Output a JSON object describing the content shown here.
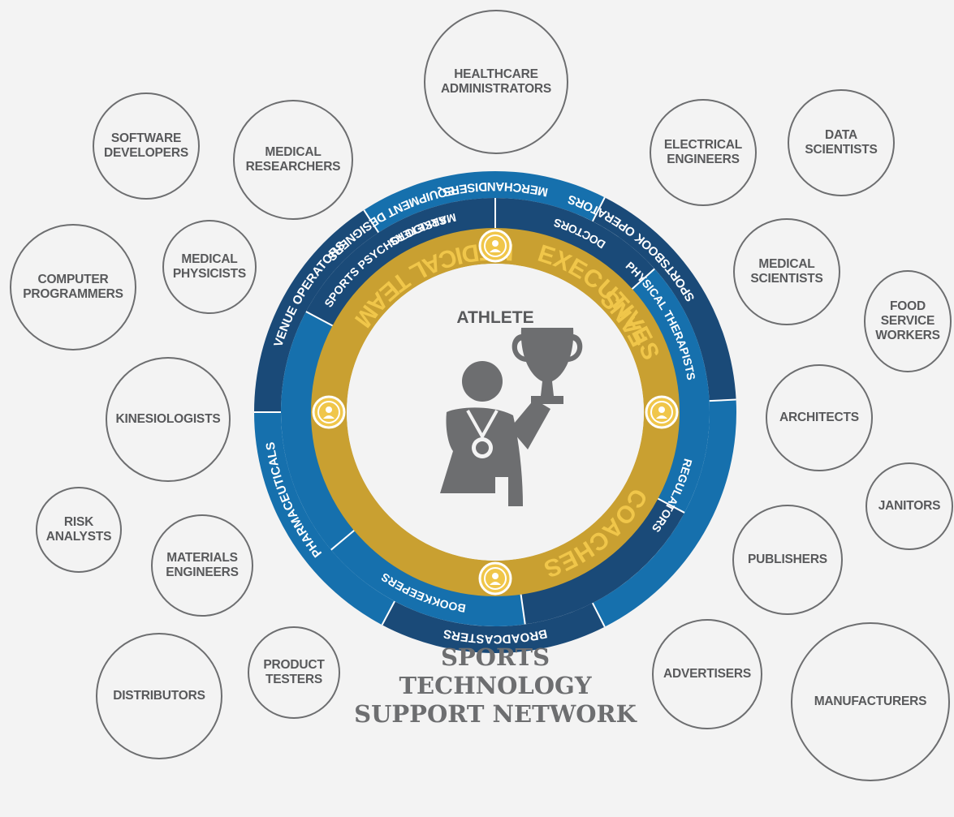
{
  "outer_roles": [
    {
      "id": "healthcare-administrators",
      "label": "HEALTHCARE\nADMINISTRATORS"
    },
    {
      "id": "software-developers",
      "label": "SOFTWARE\nDEVELOPERS"
    },
    {
      "id": "medical-researchers",
      "label": "MEDICAL\nRESEARCHERS"
    },
    {
      "id": "electrical-engineers",
      "label": "ELECTRICAL\nENGINEERS"
    },
    {
      "id": "data-scientists",
      "label": "DATA\nSCIENTISTS"
    },
    {
      "id": "computer-programmers",
      "label": "COMPUTER\nPROGRAMMERS"
    },
    {
      "id": "medical-physicists",
      "label": "MEDICAL\nPHYSICISTS"
    },
    {
      "id": "medical-scientists",
      "label": "MEDICAL\nSCIENTISTS"
    },
    {
      "id": "food-service-workers",
      "label": "FOOD\nSERVICE\nWORKERS"
    },
    {
      "id": "kinesiologists",
      "label": "KINESIOLOGISTS"
    },
    {
      "id": "architects",
      "label": "ARCHITECTS"
    },
    {
      "id": "risk-analysts",
      "label": "RISK\nANALYSTS"
    },
    {
      "id": "materials-engineers",
      "label": "MATERIALS\nENGINEERS"
    },
    {
      "id": "janitors",
      "label": "JANITORS"
    },
    {
      "id": "publishers",
      "label": "PUBLISHERS"
    },
    {
      "id": "distributors",
      "label": "DISTRIBUTORS"
    },
    {
      "id": "product-testers",
      "label": "PRODUCT\nTESTERS"
    },
    {
      "id": "advertisers",
      "label": "ADVERTISERS"
    },
    {
      "id": "manufacturers",
      "label": "MANUFACTURERS"
    }
  ],
  "ring_outer": [
    "BROADCASTERS",
    "PHARMACEUTICALS",
    "EQUIPMENT DESIGNERS",
    "MERCHANDISERS",
    "SPORTSBOOK OPERATORS",
    "VENUE OPERATORS"
  ],
  "ring_middle": [
    "PHYSICAL THERAPISTS",
    "REGULATORS",
    "BOOKKEEPERS",
    "MARKETERS",
    "DOCTORS",
    "SPORTS PSYCHOLOGISTS"
  ],
  "ring_inner": [
    "EXECUTIVES",
    "COACHES",
    "MEDICAL TEAM",
    "FANS"
  ],
  "ring_icons": [
    "whistle-icon",
    "team-icon",
    "family-icon",
    "executive-icon"
  ],
  "center_label": "ATHLETE",
  "title_lines": [
    "SPORTS",
    "TECHNOLOGY",
    "SUPPORT NETWORK"
  ],
  "colors": {
    "navy": "#1a4a78",
    "blue": "#1670ad",
    "gold": "#c9a031",
    "gold_light": "#f0c64a",
    "gray": "#6d6e70"
  }
}
